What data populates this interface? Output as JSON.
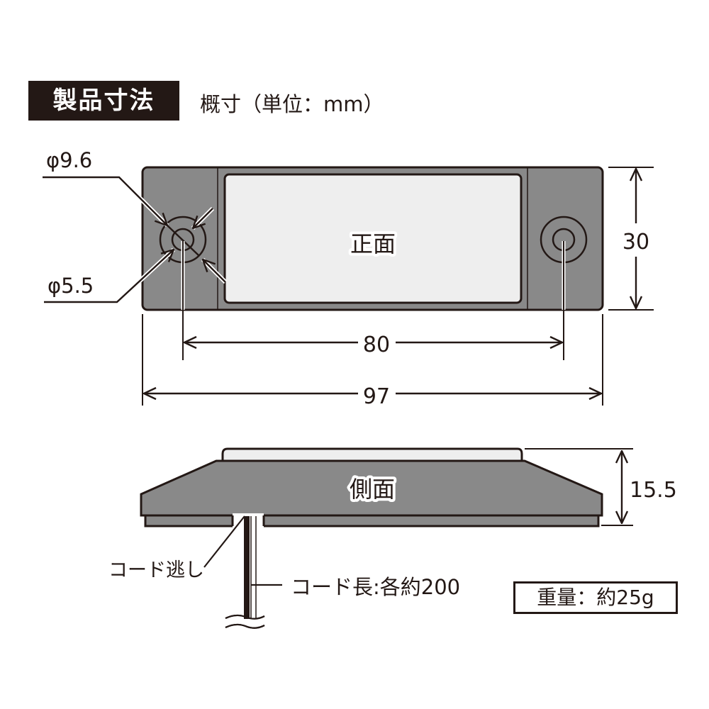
{
  "header": {
    "title": "製品寸法",
    "subtitle": "概寸（単位：mm）"
  },
  "colors": {
    "ink": "#231815",
    "body_gray": "#898989",
    "lens_light": "#eeeeee",
    "title_bg": "#231815",
    "title_fg": "#ffffff"
  },
  "front_view": {
    "label": "正面",
    "dimensions": {
      "outer_hole_diameter": "φ9.6",
      "inner_hole_diameter": "φ5.5",
      "hole_pitch": "80",
      "overall_width": "97",
      "height": "30"
    }
  },
  "side_view": {
    "label": "側面",
    "dimensions": {
      "thickness": "15.5"
    },
    "annotations": {
      "cord_relief": "コード逃し",
      "cord_length": "コード長:各約200"
    }
  },
  "spec": {
    "weight": "重量：約25g"
  }
}
